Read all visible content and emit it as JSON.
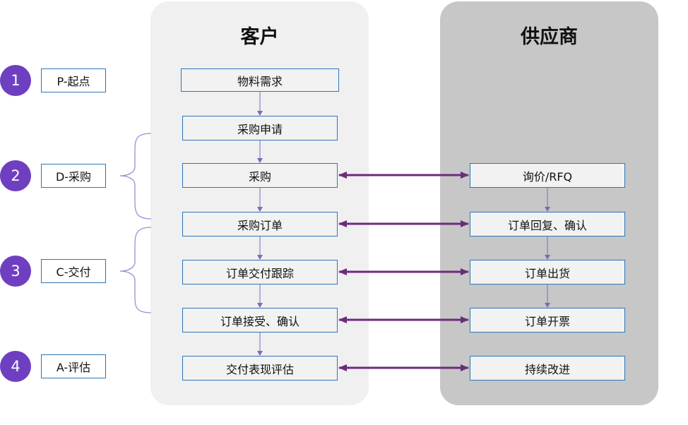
{
  "lanes": {
    "customer": {
      "title": "客户"
    },
    "supplier": {
      "title": "供应商"
    }
  },
  "phases": [
    {
      "number": "1",
      "label": "P-起点"
    },
    {
      "number": "2",
      "label": "D-采购"
    },
    {
      "number": "3",
      "label": "C-交付"
    },
    {
      "number": "4",
      "label": "A-评估"
    }
  ],
  "customer_steps": [
    "物料需求",
    "采购申请",
    "采购",
    "采购订单",
    "订单交付跟踪",
    "订单接受、确认",
    "交付表现评估"
  ],
  "supplier_steps": [
    "询价/RFQ",
    "订单回复、确认",
    "订单出货",
    "订单开票",
    "持续改进"
  ],
  "colors": {
    "phase_circle": "#6f3fc1",
    "box_border": "#2e75b6",
    "flow_arrow": "#7b68c8",
    "exchange_arrow": "#6b2d7b",
    "brace": "#9b8fd6",
    "customer_lane": "#f0f0f0",
    "supplier_lane": "#c7c7c7"
  }
}
